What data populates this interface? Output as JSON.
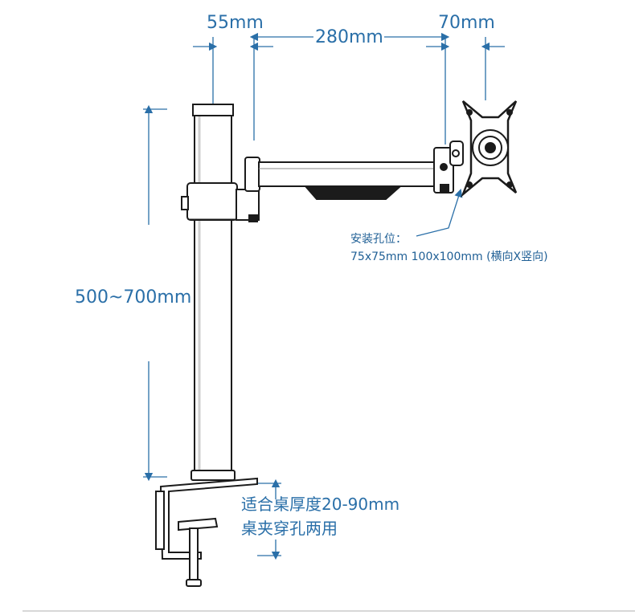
{
  "dimensions": {
    "offset_55": "55mm",
    "arm_280": "280mm",
    "vesa_70": "70mm",
    "pole_height": "500~700mm"
  },
  "mounting": {
    "title": "安装孔位：",
    "sizes": "75x75mm  100x100mm (横向X竖向)"
  },
  "clamp": {
    "line1": "适合桌厚度20-90mm",
    "line2": "桌夹穿孔两用"
  },
  "colors": {
    "accent": "#2a6fa8",
    "line": "#1b1b1b"
  }
}
